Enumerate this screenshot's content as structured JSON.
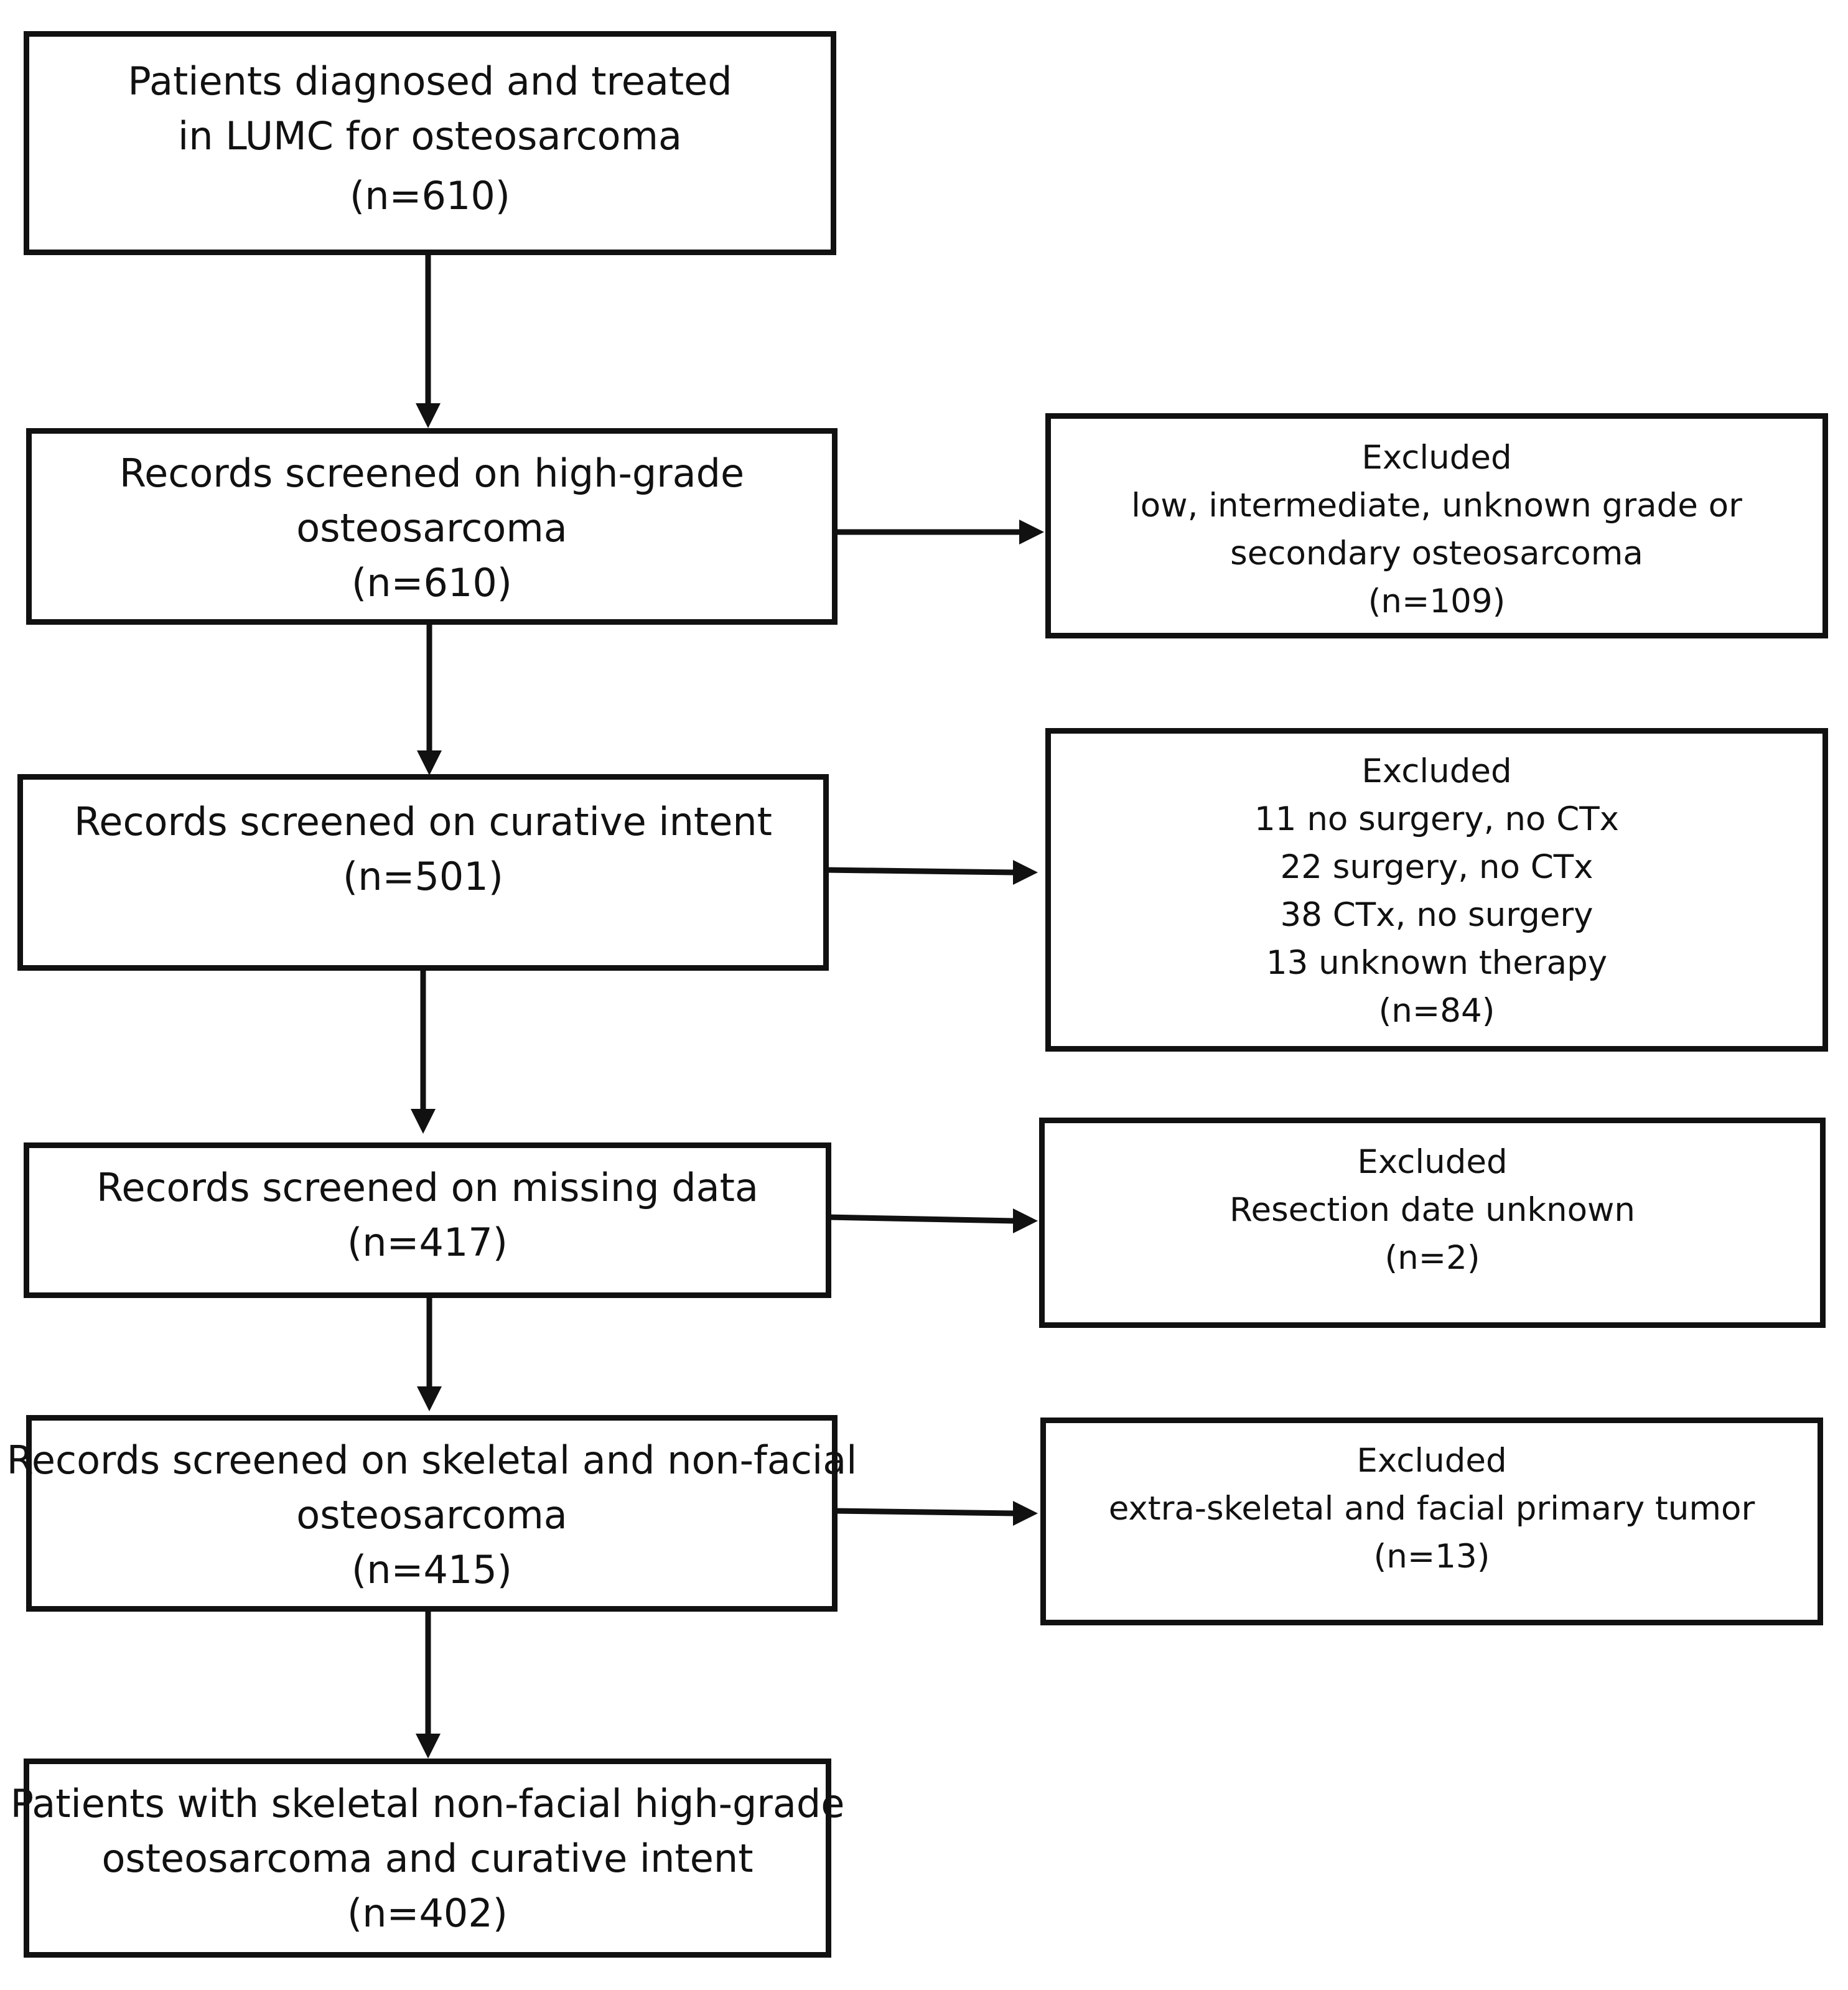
{
  "flow": {
    "main_boxes": [
      {
        "lines": [
          "Patients diagnosed and treated",
          "in LUMC for osteosarcoma",
          "(n=610)"
        ]
      },
      {
        "lines": [
          "Records screened on high-grade",
          "osteosarcoma",
          "(n=610)"
        ]
      },
      {
        "lines": [
          "Records screened on curative intent",
          "(n=501)"
        ]
      },
      {
        "lines": [
          "Records screened on missing data",
          "(n=417)"
        ]
      },
      {
        "lines": [
          "Records screened on skeletal and non-facial",
          "osteosarcoma",
          "(n=415)"
        ]
      },
      {
        "lines": [
          "Patients with skeletal non-facial high-grade",
          "osteosarcoma and curative intent",
          "(n=402)"
        ]
      }
    ],
    "exclusion_boxes": [
      {
        "lines": [
          "Excluded",
          "low, intermediate, unknown grade or",
          "secondary osteosarcoma",
          "(n=109)"
        ]
      },
      {
        "lines": [
          "Excluded",
          "11 no surgery, no CTx",
          "22 surgery, no CTx",
          "38 CTx, no surgery",
          "13 unknown therapy",
          "(n=84)"
        ]
      },
      {
        "lines": [
          "Excluded",
          "Resection date unknown",
          "(n=2)"
        ]
      },
      {
        "lines": [
          "Excluded",
          "extra-skeletal and facial primary tumor",
          "(n=13)"
        ]
      }
    ]
  }
}
